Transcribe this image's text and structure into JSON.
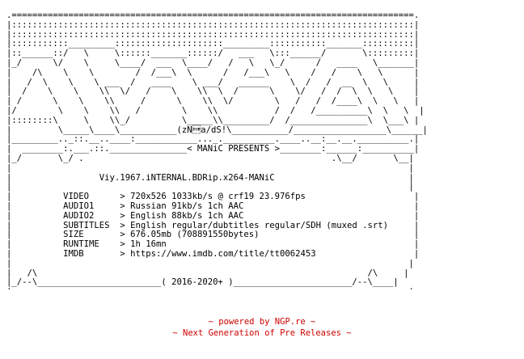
{
  "nfo_text": ".==============================================================================.\n|::::::::::::::::::::::::::::::::::::::::::::::::::::::::::::::::::::::::::::::|\n|::::::::::::::::::::::::::::::::::::::::::::::::::::::::::::::::::::::::::::::|\n|:::::::::::_________:::::::::::::::::::::_________:::::::::::_______::::::::::|\n|::______::/   \\     \\::::::_______::::::/   ___   \\:::______/       \\:::::::::|\n|_/      \\/    \\     \\____/  ___  \\____/   /   \\   \\_/      /   ____   \\_______|\n|    /\\    \\    \\        /  /___\\  \\      /   /___\\   \\    /   /    \\   \\      |\n|   /  \\    \\    \\ ___  /   ____    \\ ___/   ______    \\  /   /  __  \\   \\     |\n|  /    \\    \\    \\\\  \\/   /    \\    \\\\  \\  /      \\    \\/   /  /  \\  \\   \\    |\n| /      \\    \\    \\\\     /      \\    \\\\  \\/        \\   /   /  /____\\  \\   \\   |\n|/        \\    \\    \\\\   /        \\    \\\\           /  /   /__________\\  \\   \\  |\n|::::::::\\     \\    \\\\_/          \\_____\\\\_________/  /_______________\\  \\___\\ |\n|         \\_____\\____\\___________(zN\u001aa/dS!\\___________/__________________\\______|\n|_________.._::.__..____:____________..._.__________.____..__:__.__.__________.|\n|  ________:.___.::._______________< MANiC PRESENTS >________:______:__________|\n|_/       \\_/ .                                                .\\__/       \\__|\n|                                                                             |\n|                 Viy.1967.iNTERNAL.BDRip.x264-MANiC                          |\n|                                                                             |\n|          VIDEO      > 720x526 1033kb/s @ crf19 23.976fps                     |\n|          AUDIO1     > Russian 91kb/s 1ch AAC                                 |\n|          AUDIO2     > English 88kb/s 1ch AAC                                 |\n|          SUBTITLES  > English regular/dubtitles regular/SDH (muxed .srt)     |\n|          SIZE       > 676.05mb (708891550bytes)                              |\n|          RUNTIME    > 1h 16mn                                                |\n|          IMDB       > https://www.imdb.com/title/tt0062453                   |\n|                                                                             |\n|   /\\                                                                /\\     |\n|_/--\\________________________( 2016-2020+ )_______________________/--\\____|\n|                                                                             |",
  "footer": {
    "line1": "~ powered by NGP.re ~",
    "line2": "~ Next Generation of Pre Releases ~"
  },
  "colors": {
    "text": "#000000",
    "footer": "#cc0000",
    "background": "#ffffff"
  }
}
